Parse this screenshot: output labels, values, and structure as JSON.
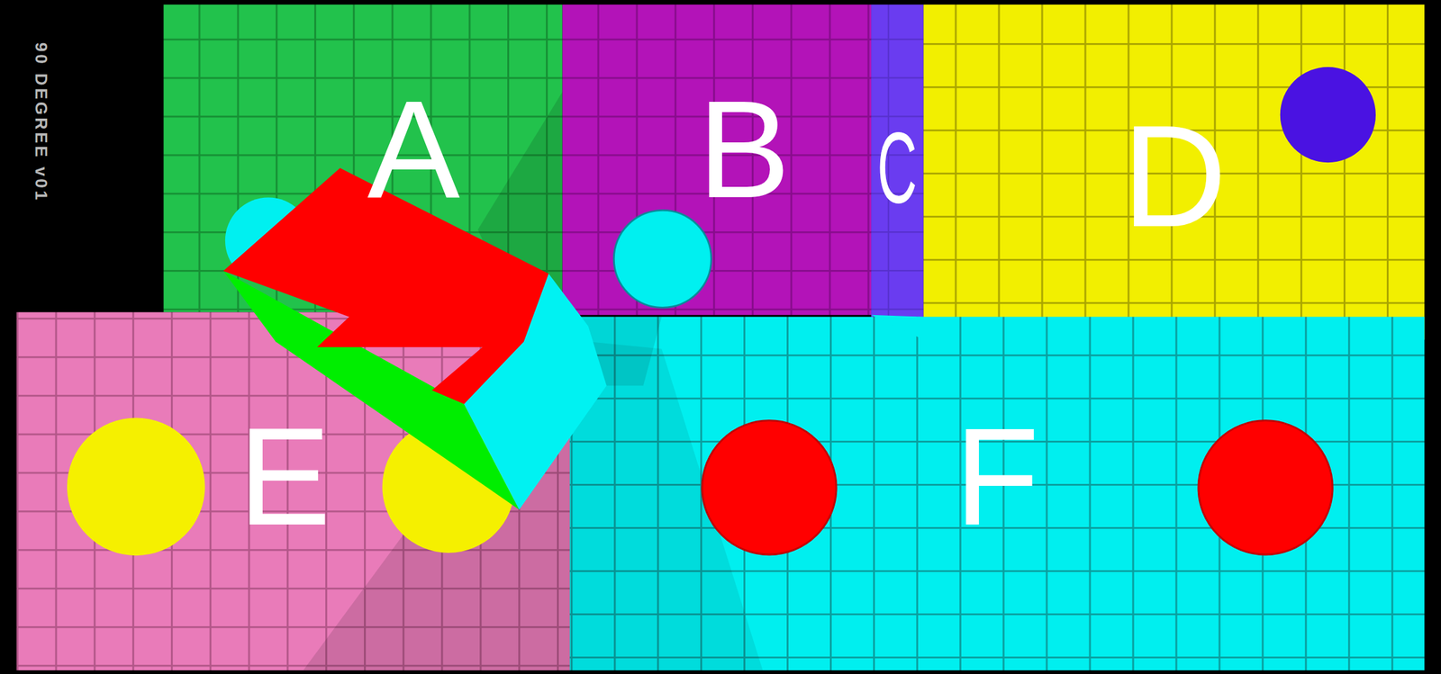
{
  "diagram": {
    "nodes": [
      {
        "text": [
          "A"
        ]
      },
      {
        "text": [
          "B"
        ]
      },
      {
        "text": [
          "C"
        ]
      },
      {
        "text": [
          "D"
        ]
      },
      {
        "text": [
          "E"
        ]
      },
      {
        "text": [
          "F"
        ]
      }
    ],
    "labels": [
      "90 DEGREE v01"
    ]
  }
}
